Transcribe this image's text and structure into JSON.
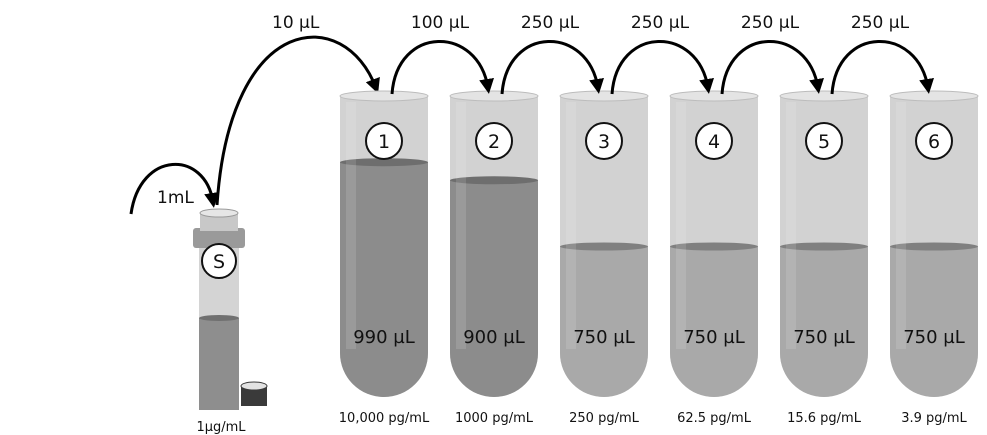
{
  "stock": {
    "label": "S",
    "transfer_volume": "1mL",
    "concentration": "1µg/mL"
  },
  "tubes": [
    {
      "number": "1",
      "transfer_in": "10 µL",
      "volume": "990 µL",
      "concentration": "10,000 pg/mL",
      "fill_level": 0.78
    },
    {
      "number": "2",
      "transfer_in": "100 µL",
      "volume": "900 µL",
      "concentration": "1000 pg/mL",
      "fill_level": 0.72
    },
    {
      "number": "3",
      "transfer_in": "250 µL",
      "volume": "750 µL",
      "concentration": "250 pg/mL",
      "fill_level": 0.5
    },
    {
      "number": "4",
      "transfer_in": "250 µL",
      "volume": "750 µL",
      "concentration": "62.5 pg/mL",
      "fill_level": 0.5
    },
    {
      "number": "5",
      "transfer_in": "250 µL",
      "volume": "750 µL",
      "concentration": "15.6 pg/mL",
      "fill_level": 0.5
    },
    {
      "number": "6",
      "transfer_in": "250 µL",
      "volume": "750 µL",
      "concentration": "3.9 pg/mL",
      "fill_level": 0.5
    }
  ],
  "colors": {
    "tube_glass": "#d2d2d2",
    "tube_rim": "#bcbcbc",
    "liquid_dark": "#8c8c8c",
    "liquid_medium": "#a9a9a9",
    "liquid_surface_dark": "#6e6e6e",
    "liquid_surface_medium": "#808080",
    "arrow": "#000000"
  }
}
